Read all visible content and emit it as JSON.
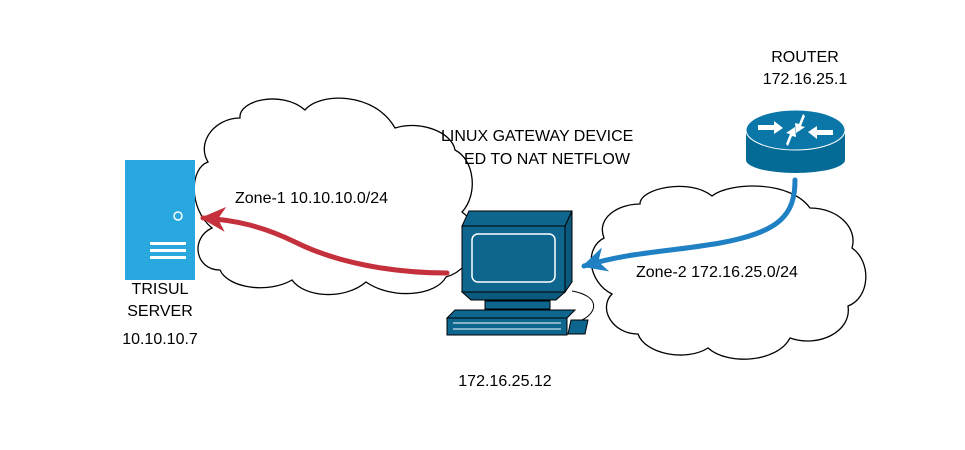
{
  "colors": {
    "zone1_arrow": "#c4303b",
    "zone2_arrow": "#1f80c4",
    "server_body": "#29a8e0",
    "computer_body": "#0e668f",
    "router_body": "#046a96",
    "cloud_stroke": "#000000"
  },
  "nodes": {
    "server": {
      "icon": "server-icon",
      "label_line1": "TRISUL",
      "label_line2": "SERVER",
      "ip": "10.10.10.7"
    },
    "gateway": {
      "icon": "computer-icon",
      "label_line1": "LINUX GATEWAY DEVICE",
      "label_line2": "ED TO NAT NETFLOW",
      "ip": "172.16.25.12"
    },
    "router": {
      "icon": "router-icon",
      "label": "ROUTER",
      "ip": "172.16.25.1"
    }
  },
  "zones": {
    "zone1": {
      "label": "Zone-1 10.10.10.0/24"
    },
    "zone2": {
      "label": "Zone-2 172.16.25.0/24"
    }
  }
}
